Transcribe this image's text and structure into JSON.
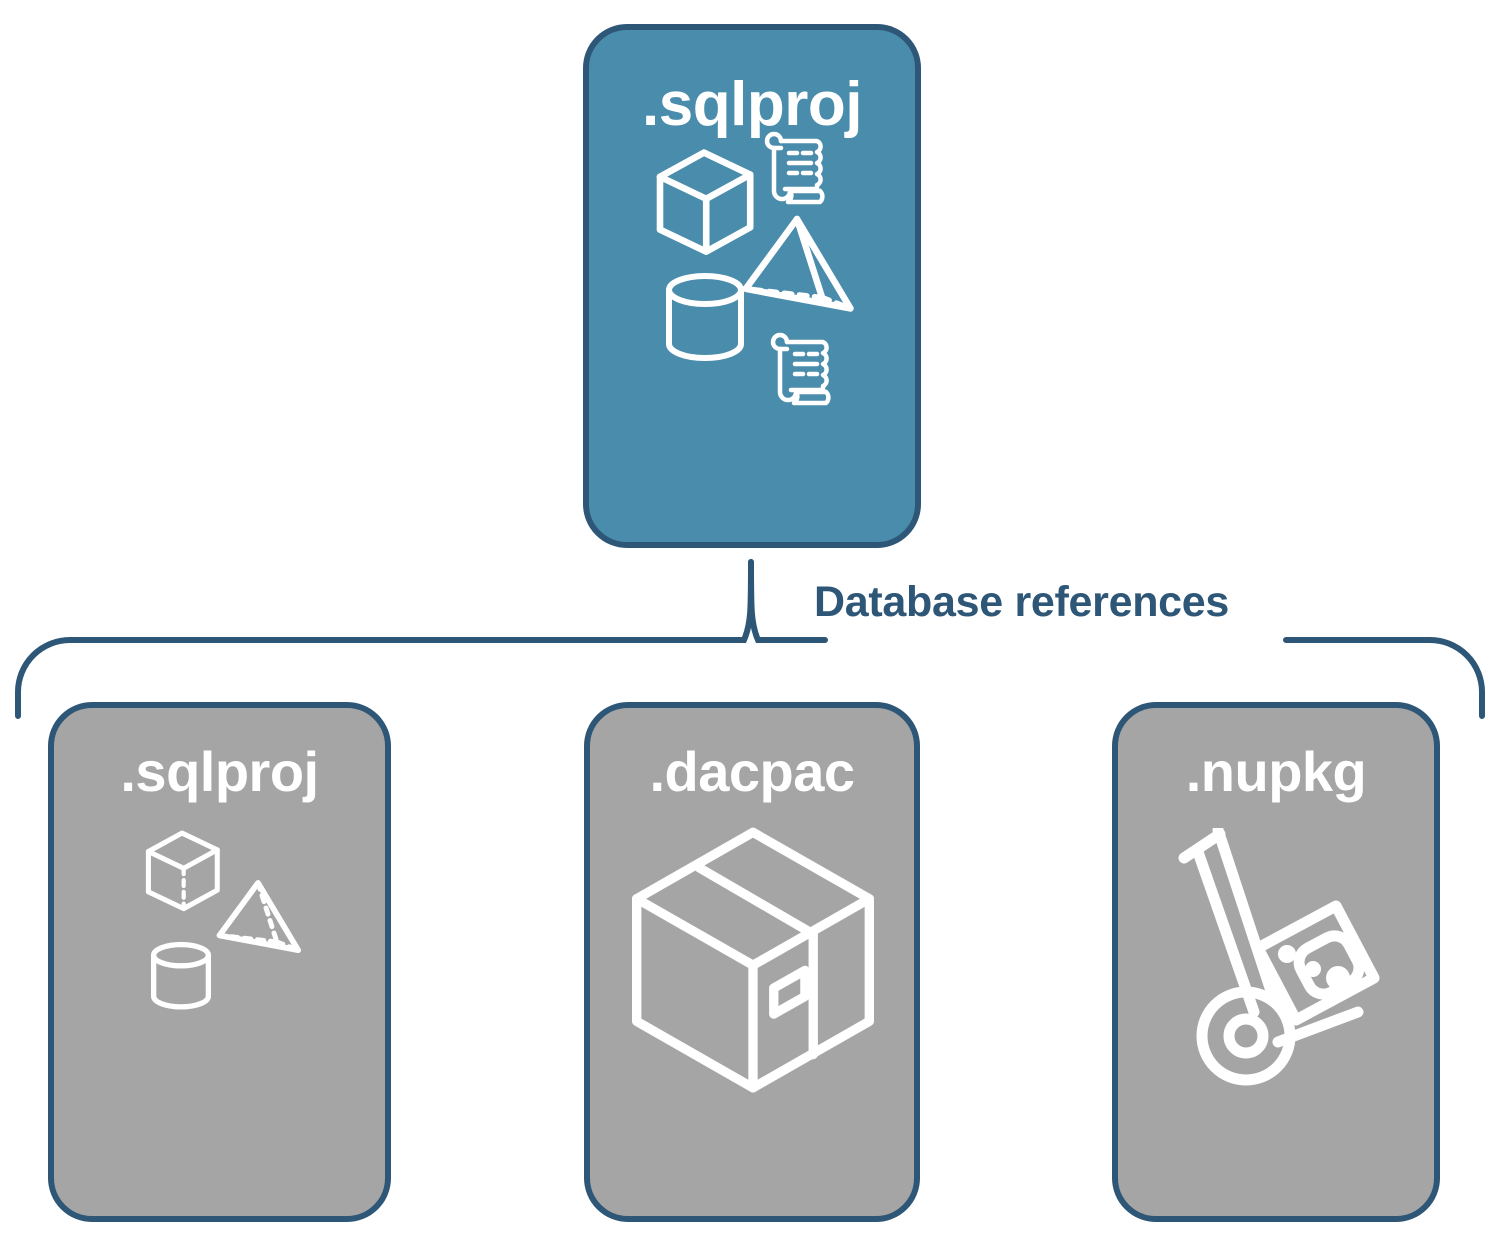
{
  "diagram": {
    "title_text": "Database references",
    "colors": {
      "root_card_fill": "#4a8cab",
      "child_card_fill": "#a5a5a5",
      "border": "#2d5677",
      "label_text": "#2d5677",
      "icon_stroke": "#ffffff"
    },
    "root_node": {
      "label": ".sqlproj",
      "icons": [
        "cube-wireframe-icon",
        "scroll-script-icon",
        "pyramid-wireframe-icon",
        "cylinder-wireframe-icon",
        "scroll-script-icon"
      ]
    },
    "connector": {
      "label": "Database references",
      "style": "curly-brace"
    },
    "child_nodes": [
      {
        "label": ".sqlproj",
        "icons": [
          "cube-wireframe-icon",
          "pyramid-wireframe-icon",
          "cylinder-wireframe-icon"
        ]
      },
      {
        "label": ".dacpac",
        "icons": [
          "package-box-icon"
        ]
      },
      {
        "label": ".nupkg",
        "icons": [
          "hand-truck-package-icon"
        ]
      }
    ]
  }
}
